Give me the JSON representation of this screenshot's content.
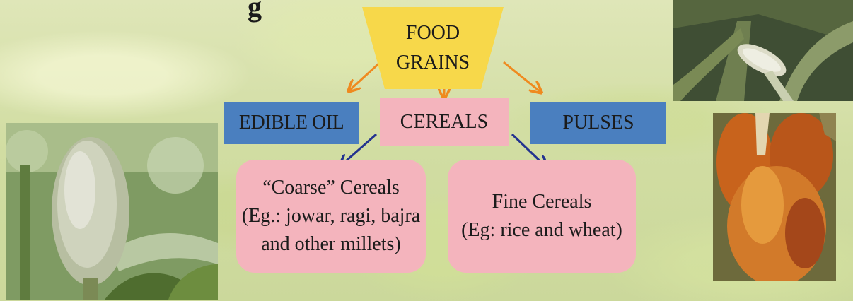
{
  "title_fragment": "g",
  "food_grains": {
    "line1": "FOOD",
    "line2": "GRAINS"
  },
  "categories": {
    "edible_oil": "EDIBLE OIL",
    "cereals": "CEREALS",
    "pulses": "PULSES"
  },
  "cereal_types": {
    "coarse": {
      "line1": "“Coarse” Cereals",
      "line2": "(Eg.: jowar, ragi, bajra",
      "line3": "and other millets)"
    },
    "fine": {
      "line1": "Fine Cereals",
      "line2": "(Eg: rice and wheat)"
    }
  },
  "colors": {
    "food_grains_box": "#f7d84a",
    "oil_pulses_box": "#4a7fbf",
    "cereals_box": "#f4b4bd",
    "orange_arrow": "#ef8a1f",
    "navy_arrow": "#23338f"
  }
}
